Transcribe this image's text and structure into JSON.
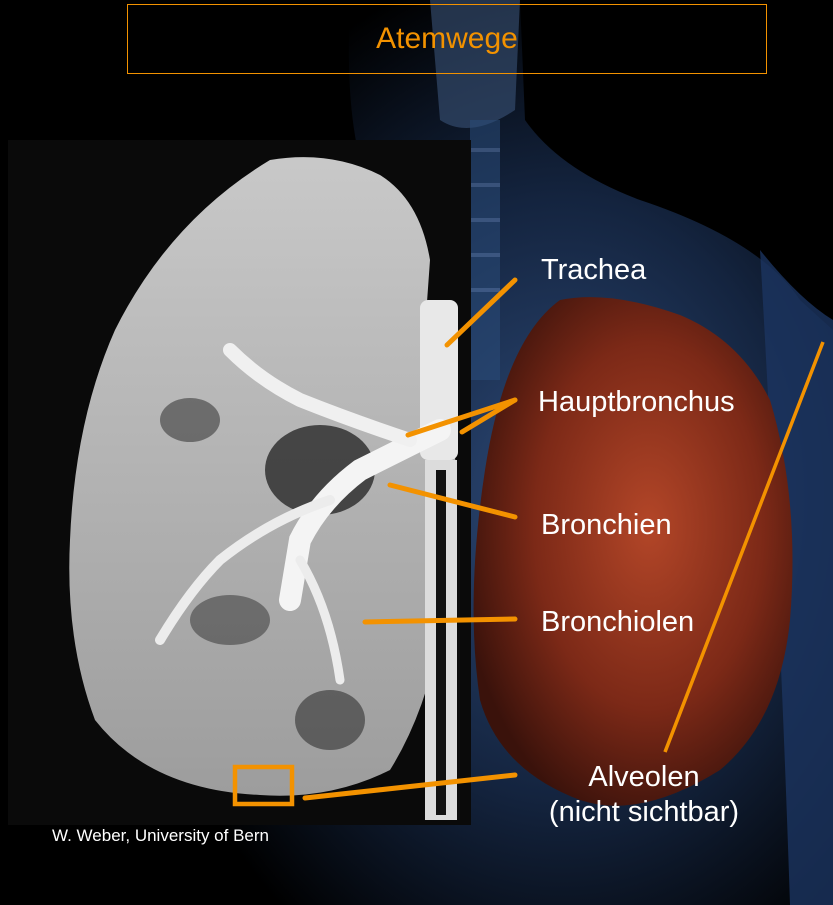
{
  "title": "Atemwege",
  "labels": {
    "trachea": "Trachea",
    "hauptbronchus": "Hauptbronchus",
    "bronchien": "Bronchien",
    "bronchiolen": "Bronchiolen",
    "alveolen_line1": "Alveolen",
    "alveolen_line2": "(nicht sichtbar)"
  },
  "credit": "W. Weber, University of Bern",
  "colors": {
    "accent": "#f39200",
    "background": "#000000",
    "text": "#ffffff",
    "lung_red": "#8a2e1e"
  }
}
